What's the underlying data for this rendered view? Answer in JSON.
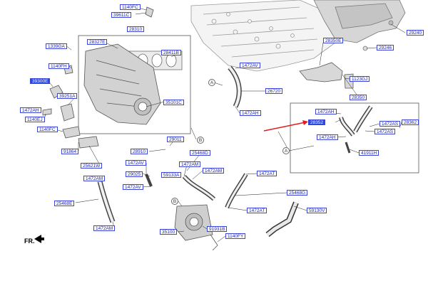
{
  "colors": {
    "label_border": "#3a46d6",
    "label_text": "#1b1bb0",
    "highlight": "#2a47e0",
    "pointer_arrow": "#e01b1b",
    "line": "#222222",
    "part_fill": "#d4d4d4"
  },
  "labels": {
    "l1140fc_top": "1140FC",
    "l39611c": "39611C",
    "l28310": "28310",
    "l28327e": "28327E",
    "l28411b": "28411B",
    "l1339ga": "1339GA",
    "l1140fh": "1140FH",
    "l39300e": "39300E",
    "l1472ah_l": "1472AH",
    "l39251a": "39251A",
    "l1140ej": "1140EJ",
    "l1140fc_left": "1140FC",
    "l91864": "91864",
    "l25621w": "25621W",
    "l1472am_1": "1472AM",
    "l25468e": "25468E",
    "l1472am_2": "1472AM",
    "l35101c": "35101C",
    "l29011": "29011",
    "l28910": "28910",
    "l1472av_1": "1472AV",
    "l29025": "29025",
    "l1472av_2": "1472AV",
    "l59133a": "59133A",
    "l25468d": "25468D",
    "l1472am_3": "1472AM",
    "l1472am_4": "1472AM",
    "l1472at_1": "1472AT",
    "l25468g": "25468G",
    "l1472at_2": "1472AT",
    "l59130v": "59130V",
    "l35100": "35100",
    "l91931b": "91931B",
    "l1140fy": "1140FY",
    "l1472av_3": "1472AV",
    "l26720": "26720",
    "l1472ah_mid": "1472AH",
    "l28350e": "28350E",
    "l1123gj": "1123GJ",
    "l28350": "28350",
    "l29240": "29240",
    "l29246": "29246",
    "l1472ah_box": "1472AH",
    "l28352": "28352",
    "l1472as": "1472AS",
    "l28362": "28362",
    "l1472ah_box2": "1472AH",
    "l1472as_2": "1472AS",
    "l41911h": "41911H"
  },
  "circles": {
    "a_mid": "A",
    "a_box": "A",
    "b_mid": "B",
    "b_low": "B"
  },
  "orientation": "FR."
}
